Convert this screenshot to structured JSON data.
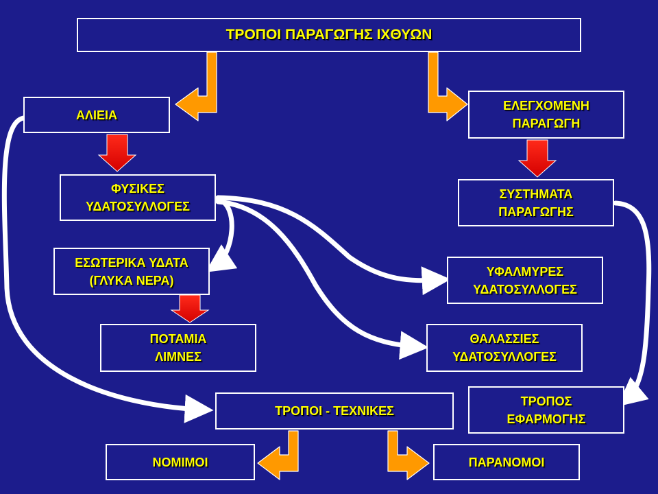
{
  "title": "ΤΡΟΠΟΙ ΠΑΡΑΓΩΓΗΣ ΙΧΘΥΩΝ",
  "nodes": {
    "alieia": "ΑΛΙΕΙΑ",
    "elegxomeni": [
      "ΕΛΕΓΧΟΜΕΝΗ",
      "ΠΑΡΑΓΩΓΗ"
    ],
    "fysikes": [
      "ΦΥΣΙΚΕΣ",
      "ΥΔΑΤΟΣΥΛΛΟΓΕΣ"
    ],
    "systimata": [
      "ΣΥΣΤΗΜΑΤΑ",
      "ΠΑΡΑΓΩΓΗΣ"
    ],
    "esoterika": [
      "ΕΣΩΤΕΡΙΚΑ ΥΔΑΤΑ",
      "(ΓΛΥΚΑ ΝΕΡΑ)"
    ],
    "yfalmyres": [
      "ΥΦΑΛΜΥΡΕΣ",
      "ΥΔΑΤΟΣΥΛΛΟΓΕΣ"
    ],
    "potamia": [
      "ΠΟΤΑΜΙΑ",
      "ΛΙΜΝΕΣ"
    ],
    "thalassies": [
      "ΘΑΛΑΣΣΙΕΣ",
      "ΥΔΑΤΟΣΥΛΛΟΓΕΣ"
    ],
    "tropoi_texnikes": "ΤΡΟΠΟΙ - ΤΕΧΝΙΚΕΣ",
    "tropos_efarmogis": [
      "ΤΡΟΠΟΣ",
      "ΕΦΑΡΜΟΓΗΣ"
    ],
    "nomimoi": "ΝΟΜΙΜΟΙ",
    "paranomoi": "ΠΑΡΑΝΟΜΟΙ"
  },
  "colors": {
    "background": "#1c1c8c",
    "box_border": "#ffffff",
    "text": "#ffff00",
    "bent_arrow": "#ff9900",
    "down_arrow": "#ff0000",
    "curved_arrow": "#ffffff"
  }
}
